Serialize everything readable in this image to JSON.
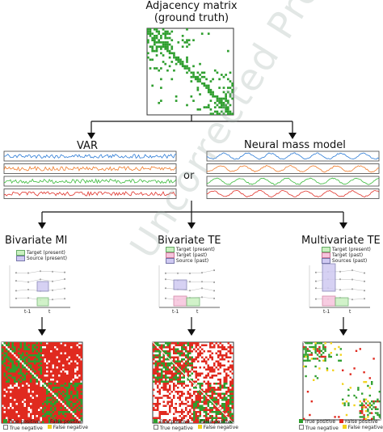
{
  "top": {
    "title_line1": "Adjacency matrix",
    "title_line2": "(ground truth)"
  },
  "signals": {
    "var_label": "VAR",
    "or_label": "or",
    "nmm_label": "Neural mass model",
    "trace_colors": [
      "#2b7bd6",
      "#f07b2a",
      "#3cbb3c",
      "#e0332b"
    ]
  },
  "methods": [
    {
      "name": "Bivariate MI",
      "legend": [
        {
          "label": "Target (present)",
          "color": "#c9f0c0"
        },
        {
          "label": "Source (present)",
          "color": "#cfc9f2"
        }
      ],
      "ticks": [
        "t-1",
        "t"
      ]
    },
    {
      "name": "Bivariate TE",
      "legend": [
        {
          "label": "Target (present)",
          "color": "#c9f0c0"
        },
        {
          "label": "Target (past)",
          "color": "#f6c4dc"
        },
        {
          "label": "Source (past)",
          "color": "#cfc9f2"
        }
      ],
      "ticks": [
        "t-1",
        "t"
      ]
    },
    {
      "name": "Multivariate TE",
      "legend": [
        {
          "label": "Target (present)",
          "color": "#c9f0c0"
        },
        {
          "label": "Target (past)",
          "color": "#f6c4dc"
        },
        {
          "label": "Sources (past)",
          "color": "#cfc9f2"
        }
      ],
      "ticks": [
        "t-1",
        "t"
      ]
    }
  ],
  "result_legend": {
    "true_positive": "True positive",
    "false_positive": "False positive",
    "true_negative": "True negative",
    "false_negative": "False negative",
    "colors": {
      "true_positive": "#2e9e2e",
      "false_positive": "#e02a1f",
      "true_negative": "#ffffff",
      "false_negative": "#f2d21b"
    }
  },
  "watermark": "Uncorrected Proof"
}
